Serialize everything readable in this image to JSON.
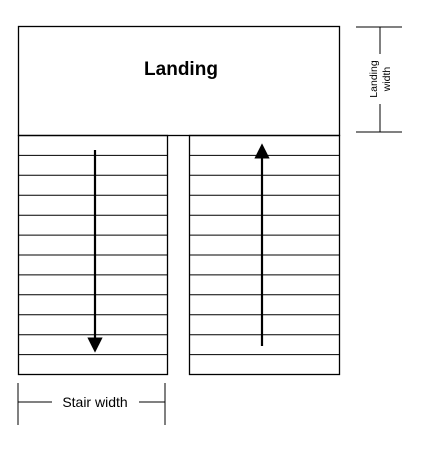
{
  "diagram": {
    "landing_label": "Landing",
    "stair_width_label": "Stair width",
    "landing_width_label": {
      "line1": "Landing",
      "line2": "width"
    },
    "flights": [
      {
        "name": "left-flight",
        "direction": "down",
        "treads": 12
      },
      {
        "name": "right-flight",
        "direction": "up",
        "treads": 12
      }
    ],
    "colors": {
      "line": "#000000",
      "background": "#ffffff"
    }
  }
}
